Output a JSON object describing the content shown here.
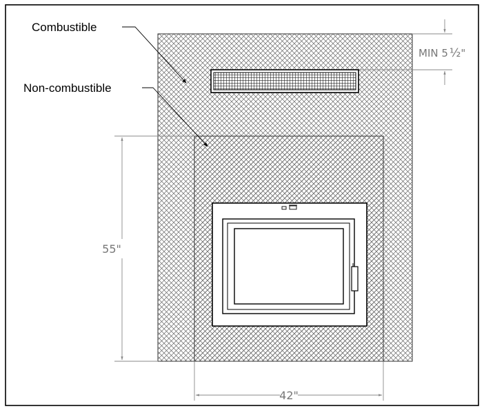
{
  "labels": {
    "combustible": "Combustible",
    "non_combustible": "Non-combustible"
  },
  "dimensions": {
    "top_clearance_prefix": "MIN 5",
    "top_clearance_fraction": "½",
    "top_clearance_unit": "\"",
    "height": "55\"",
    "width": "42\""
  },
  "colors": {
    "border": "#000000",
    "hatch": "#555555",
    "dimension_line": "#888888",
    "dimension_text": "#777777",
    "grille": "#333333"
  }
}
